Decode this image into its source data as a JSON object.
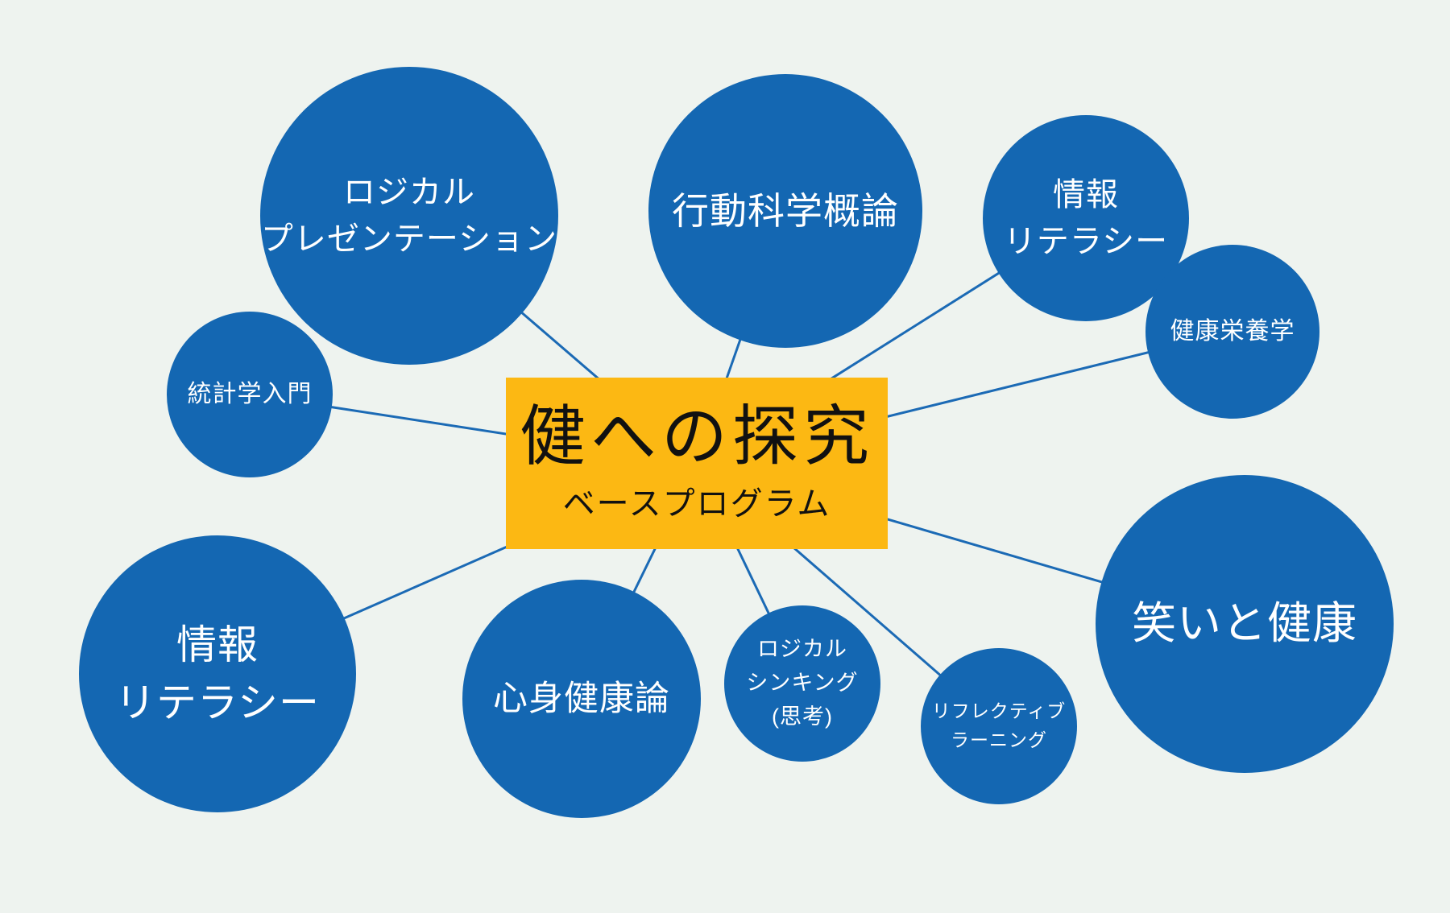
{
  "diagram": {
    "hub": {
      "title": "健への探究",
      "subtitle": "ベースプログラム"
    },
    "nodes": [
      {
        "id": "logical-presentation",
        "label": "ロジカル\nプレゼンテーション"
      },
      {
        "id": "behavioral-science-intro",
        "label": "行動科学概論"
      },
      {
        "id": "information-literacy-top",
        "label": "情報\nリテラシー"
      },
      {
        "id": "health-nutrition",
        "label": "健康栄養学"
      },
      {
        "id": "statistics-intro",
        "label": "統計学入門"
      },
      {
        "id": "information-literacy-bottom",
        "label": "情報\nリテラシー"
      },
      {
        "id": "mind-body-health",
        "label": "心身健康論"
      },
      {
        "id": "logical-thinking",
        "label": "ロジカル\nシンキング\n(思考)"
      },
      {
        "id": "reflective-learning",
        "label": "リフレクティブ\nラーニング"
      },
      {
        "id": "laughter-and-health",
        "label": "笑いと健康"
      }
    ],
    "colors": {
      "background": "#EEF3EF",
      "node_fill": "#1467B2",
      "node_text": "#FFFFFF",
      "connector": "#1B6AB5",
      "hub_fill": "#FCB813",
      "hub_text": "#111111"
    }
  }
}
